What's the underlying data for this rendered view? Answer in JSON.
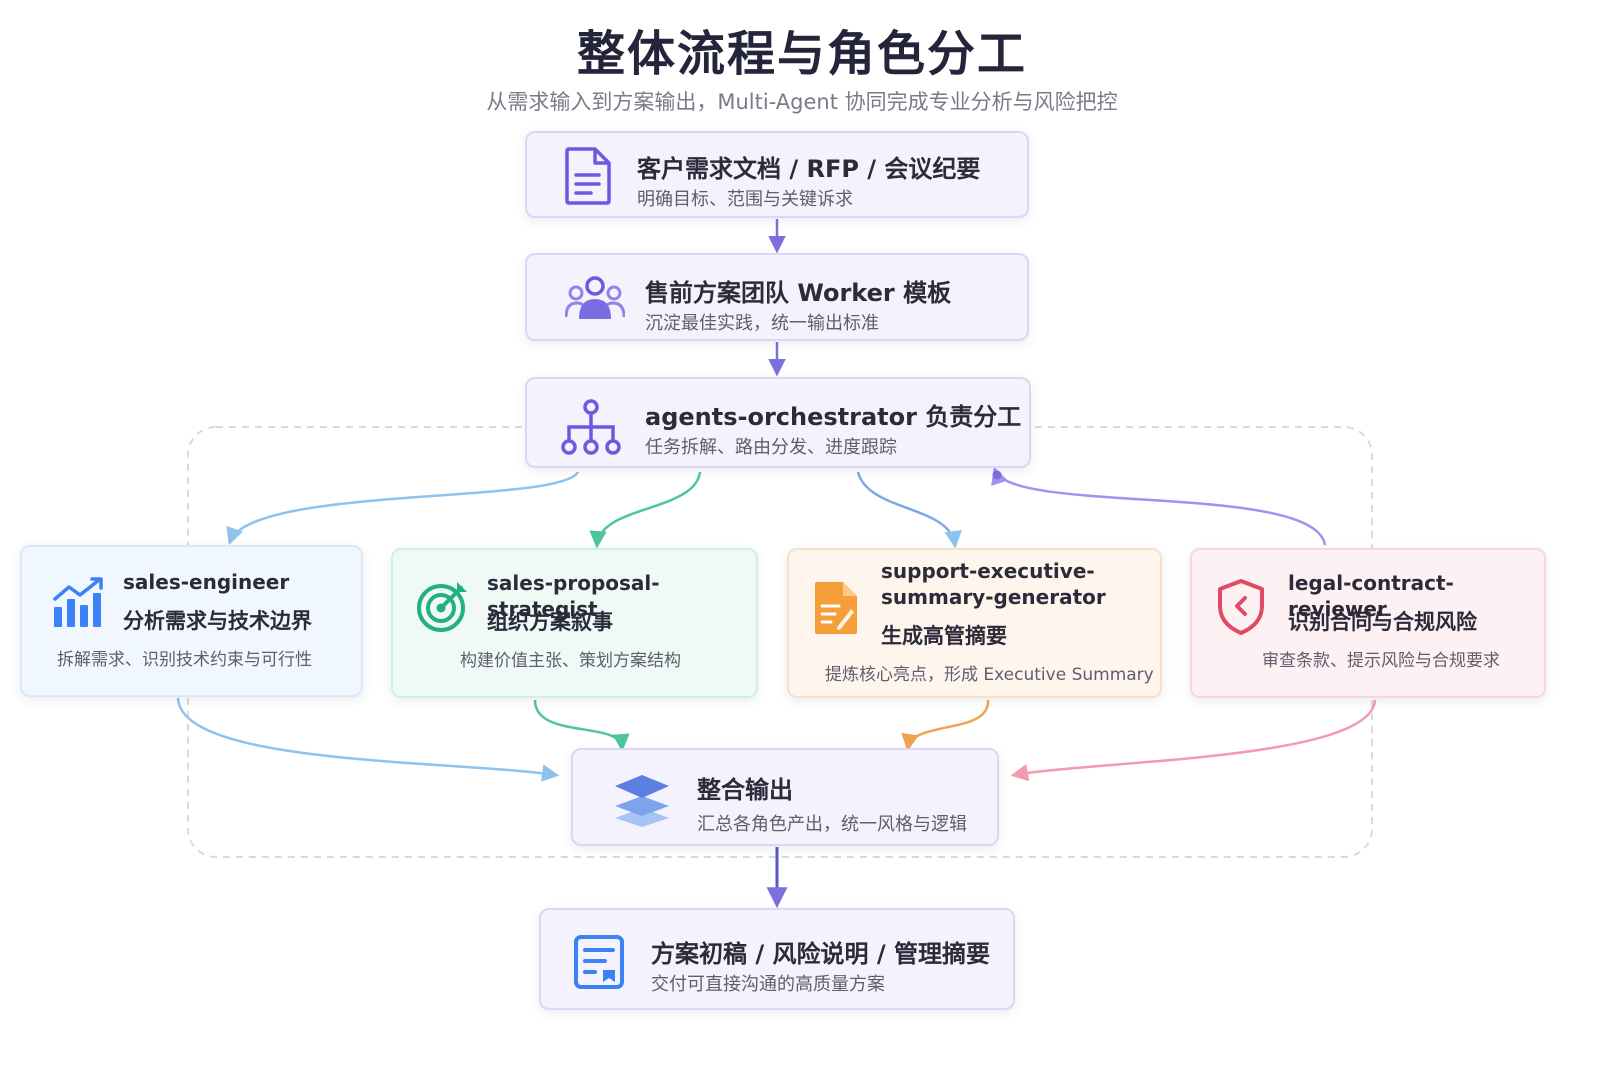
{
  "header": {
    "title": "整体流程与角色分工",
    "subtitle": "从需求输入到方案输出，Multi-Agent 协同完成专业分析与风险把控"
  },
  "flow": {
    "input": {
      "title": "客户需求文档 / RFP / 会议纪要",
      "desc": "明确目标、范围与关键诉求",
      "icon": "document-icon"
    },
    "template": {
      "title": "售前方案团队 Worker 模板",
      "desc": "沉淀最佳实践，统一输出标准",
      "icon": "team-icon"
    },
    "orchestrator": {
      "title": "agents-orchestrator 负责分工",
      "desc": "任务拆解、路由分发、进度跟踪",
      "icon": "hierarchy-icon"
    },
    "merge": {
      "title": "整合输出",
      "desc": "汇总各角色产出，统一风格与逻辑",
      "icon": "layers-icon"
    },
    "output": {
      "title": "方案初稿 / 风险说明 / 管理摘要",
      "desc": "交付可直接沟通的高质量方案",
      "icon": "report-icon"
    }
  },
  "roles": [
    {
      "name": "sales-engineer",
      "subtitle": "分析需求与技术边界",
      "desc": "拆解需求、识别技术约束与可行性",
      "icon": "bar-chart-icon",
      "color": "#3b82f6"
    },
    {
      "name": "sales-proposal-strategist",
      "subtitle": "组织方案叙事",
      "desc": "构建价值主张、策划方案结构",
      "icon": "target-icon",
      "color": "#22b07d"
    },
    {
      "name": "support-executive-summary-generator",
      "subtitle": "生成高管摘要",
      "desc": "提炼核心亮点，形成 Executive Summary",
      "icon": "pen-document-icon",
      "color": "#f59e3a"
    },
    {
      "name": "legal-contract-reviewer",
      "subtitle": "识别合同与合规风险",
      "desc": "审查条款、提示风险与合规要求",
      "icon": "shield-icon",
      "color": "#e04a64"
    }
  ],
  "colors": {
    "flow_arrow": "#7b70dc",
    "blue": "#8ec3ee",
    "green": "#4fc59a",
    "orange": "#f2a24e",
    "pink": "#f39aae",
    "purple": "#a58ff0"
  }
}
